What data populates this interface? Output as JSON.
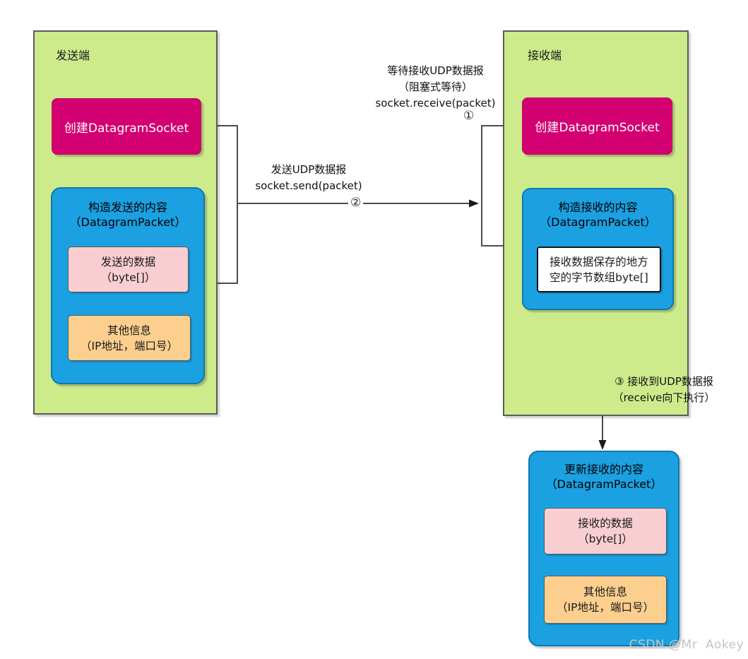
{
  "colors": {
    "green_fill": "#cdeb8b",
    "green_border": "#5b5b5b",
    "magenta_fill": "#d20070",
    "blue_fill": "#1ba1e2",
    "blue_border": "#0f77b0",
    "pink_fill": "#f8ced2",
    "orange_fill": "#fccf8f",
    "white_fill": "#ffffff",
    "line_color": "#4d4d4d",
    "watermark_color": "#c4c4c4"
  },
  "sender": {
    "label": "发送端",
    "create_socket": "创建DatagramSocket",
    "packet": {
      "title": [
        "构造发送的内容",
        "（DatagramPacket）"
      ],
      "data_box": [
        "发送的数据",
        "（byte[]）"
      ],
      "info_box": [
        "其他信息",
        "（IP地址，端口号）"
      ]
    }
  },
  "receiver": {
    "label": "接收端",
    "create_socket": "创建DatagramSocket",
    "packet": {
      "title": [
        "构造接收的内容",
        "（DatagramPacket）"
      ],
      "buffer_box": [
        "接收数据保存的地方",
        "空的字节数组byte[]"
      ]
    }
  },
  "updated_packet": {
    "title": [
      "更新接收的内容",
      "（DatagramPacket）"
    ],
    "data_box": [
      "接收的数据",
      "（byte[]）"
    ],
    "info_box": [
      "其他信息",
      "（IP地址，端口号）"
    ]
  },
  "annotations": {
    "receive": {
      "lines": [
        "等待接收UDP数据报",
        "（阻塞式等待）",
        "socket.receive(packet)"
      ],
      "step": "①"
    },
    "send": {
      "lines": [
        "发送UDP数据报",
        "socket.send(packet)"
      ],
      "step": "②"
    },
    "step3": {
      "lines": [
        "③ 接收到UDP数据报",
        "（receive向下执行）"
      ]
    }
  },
  "watermark": "CSDN @Mr  Aokey"
}
